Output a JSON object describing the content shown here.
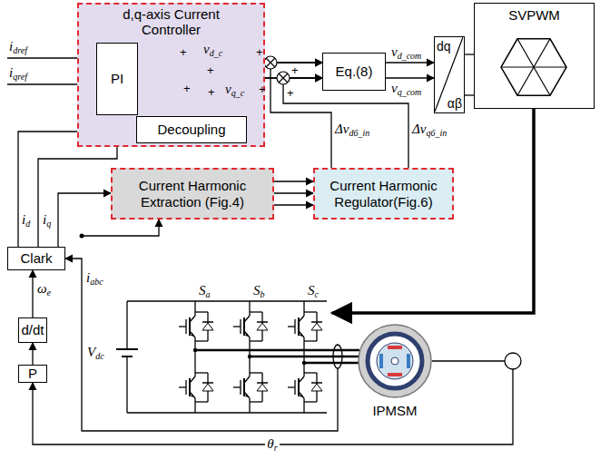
{
  "diagram": {
    "nodes": [
      {
        "text": [
          "d,q-axis Current Controller"
        ]
      },
      {
        "text": [
          "PI"
        ],
        "in": 0
      },
      {
        "text": [
          "Decoupling"
        ],
        "in": 0
      },
      {
        "text": [
          "Eq.(8)"
        ]
      },
      {
        "text": [
          "dq",
          "αβ"
        ]
      },
      {
        "text": [
          "SVPWM"
        ]
      },
      {
        "text": [
          "Current Harmonic Extraction (Fig.4)"
        ]
      },
      {
        "text": [
          "Current Harmonic Regulator(Fig.6)"
        ]
      },
      {
        "text": [
          "Clark"
        ]
      },
      {
        "text": [
          "d/dt"
        ]
      },
      {
        "text": [
          "P"
        ]
      },
      {
        "text": [
          "IPMSM"
        ]
      }
    ],
    "edges": [
      {
        "from": 10,
        "to": 9,
        "arrow": "to"
      },
      {
        "from": 9,
        "to": 8,
        "arrow": "to"
      },
      {
        "from": 8,
        "to": 1,
        "arrow": "to"
      },
      {
        "from": 8,
        "to": 2,
        "arrow": "to"
      },
      {
        "from": 8,
        "to": 6,
        "arrow": "to"
      },
      {
        "from": 6,
        "to": 7,
        "arrow": "to"
      },
      {
        "from": 6,
        "to": 7,
        "arrow": "to"
      },
      {
        "from": 6,
        "to": 7,
        "arrow": "to"
      },
      {
        "from": 1,
        "to": 3,
        "arrow": "to"
      },
      {
        "from": 1,
        "to": 3,
        "arrow": "to"
      },
      {
        "from": 2,
        "to": 3,
        "arrow": "to"
      },
      {
        "from": 2,
        "to": 3,
        "arrow": "to"
      },
      {
        "from": 7,
        "to": 3,
        "arrow": "to"
      },
      {
        "from": 7,
        "to": 3,
        "arrow": "to"
      },
      {
        "from": 3,
        "to": 4,
        "arrow": "to"
      },
      {
        "from": 3,
        "to": 4,
        "arrow": "to"
      },
      {
        "from": 4,
        "to": 5,
        "arrow": "none"
      },
      {
        "from": 4,
        "to": 5,
        "arrow": "none"
      },
      {
        "from": 11,
        "to": 10,
        "arrow": "to",
        "label": "θr"
      }
    ],
    "labels": [
      "idref",
      "iqref",
      "vd_c",
      "vq_c",
      "+",
      "+",
      "+",
      "+",
      "+",
      "+",
      "+",
      "+",
      "vd_com",
      "vq_com",
      "Δvd6_in",
      "Δvq6_in",
      "id",
      "iq",
      "ωe",
      "iabc",
      "Sa",
      "Sb",
      "Sc",
      "Vdc"
    ]
  }
}
